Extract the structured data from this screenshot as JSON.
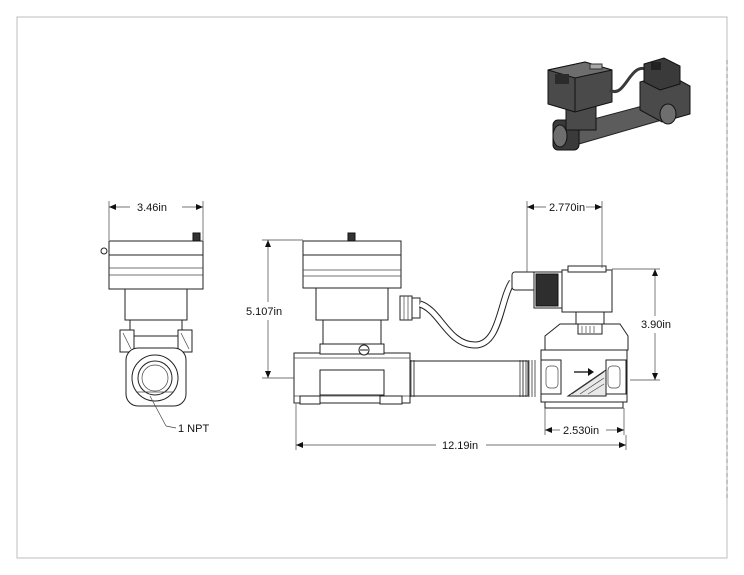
{
  "dimensions": {
    "left_view_width": "3.46in",
    "fitting_label": "1 NPT",
    "overall_height": "5.107in",
    "overall_length": "12.19in",
    "valve_height": "3.90in",
    "valve_top_width": "2.770in",
    "valve_bottom_width": "2.530in"
  },
  "colors": {
    "line": "#222222",
    "border": "#bdbdbd",
    "render_dark": "#3a3a3a",
    "render_mid": "#6e6e6e"
  },
  "icons": {
    "flow_arrow": "arrow-right-icon"
  }
}
